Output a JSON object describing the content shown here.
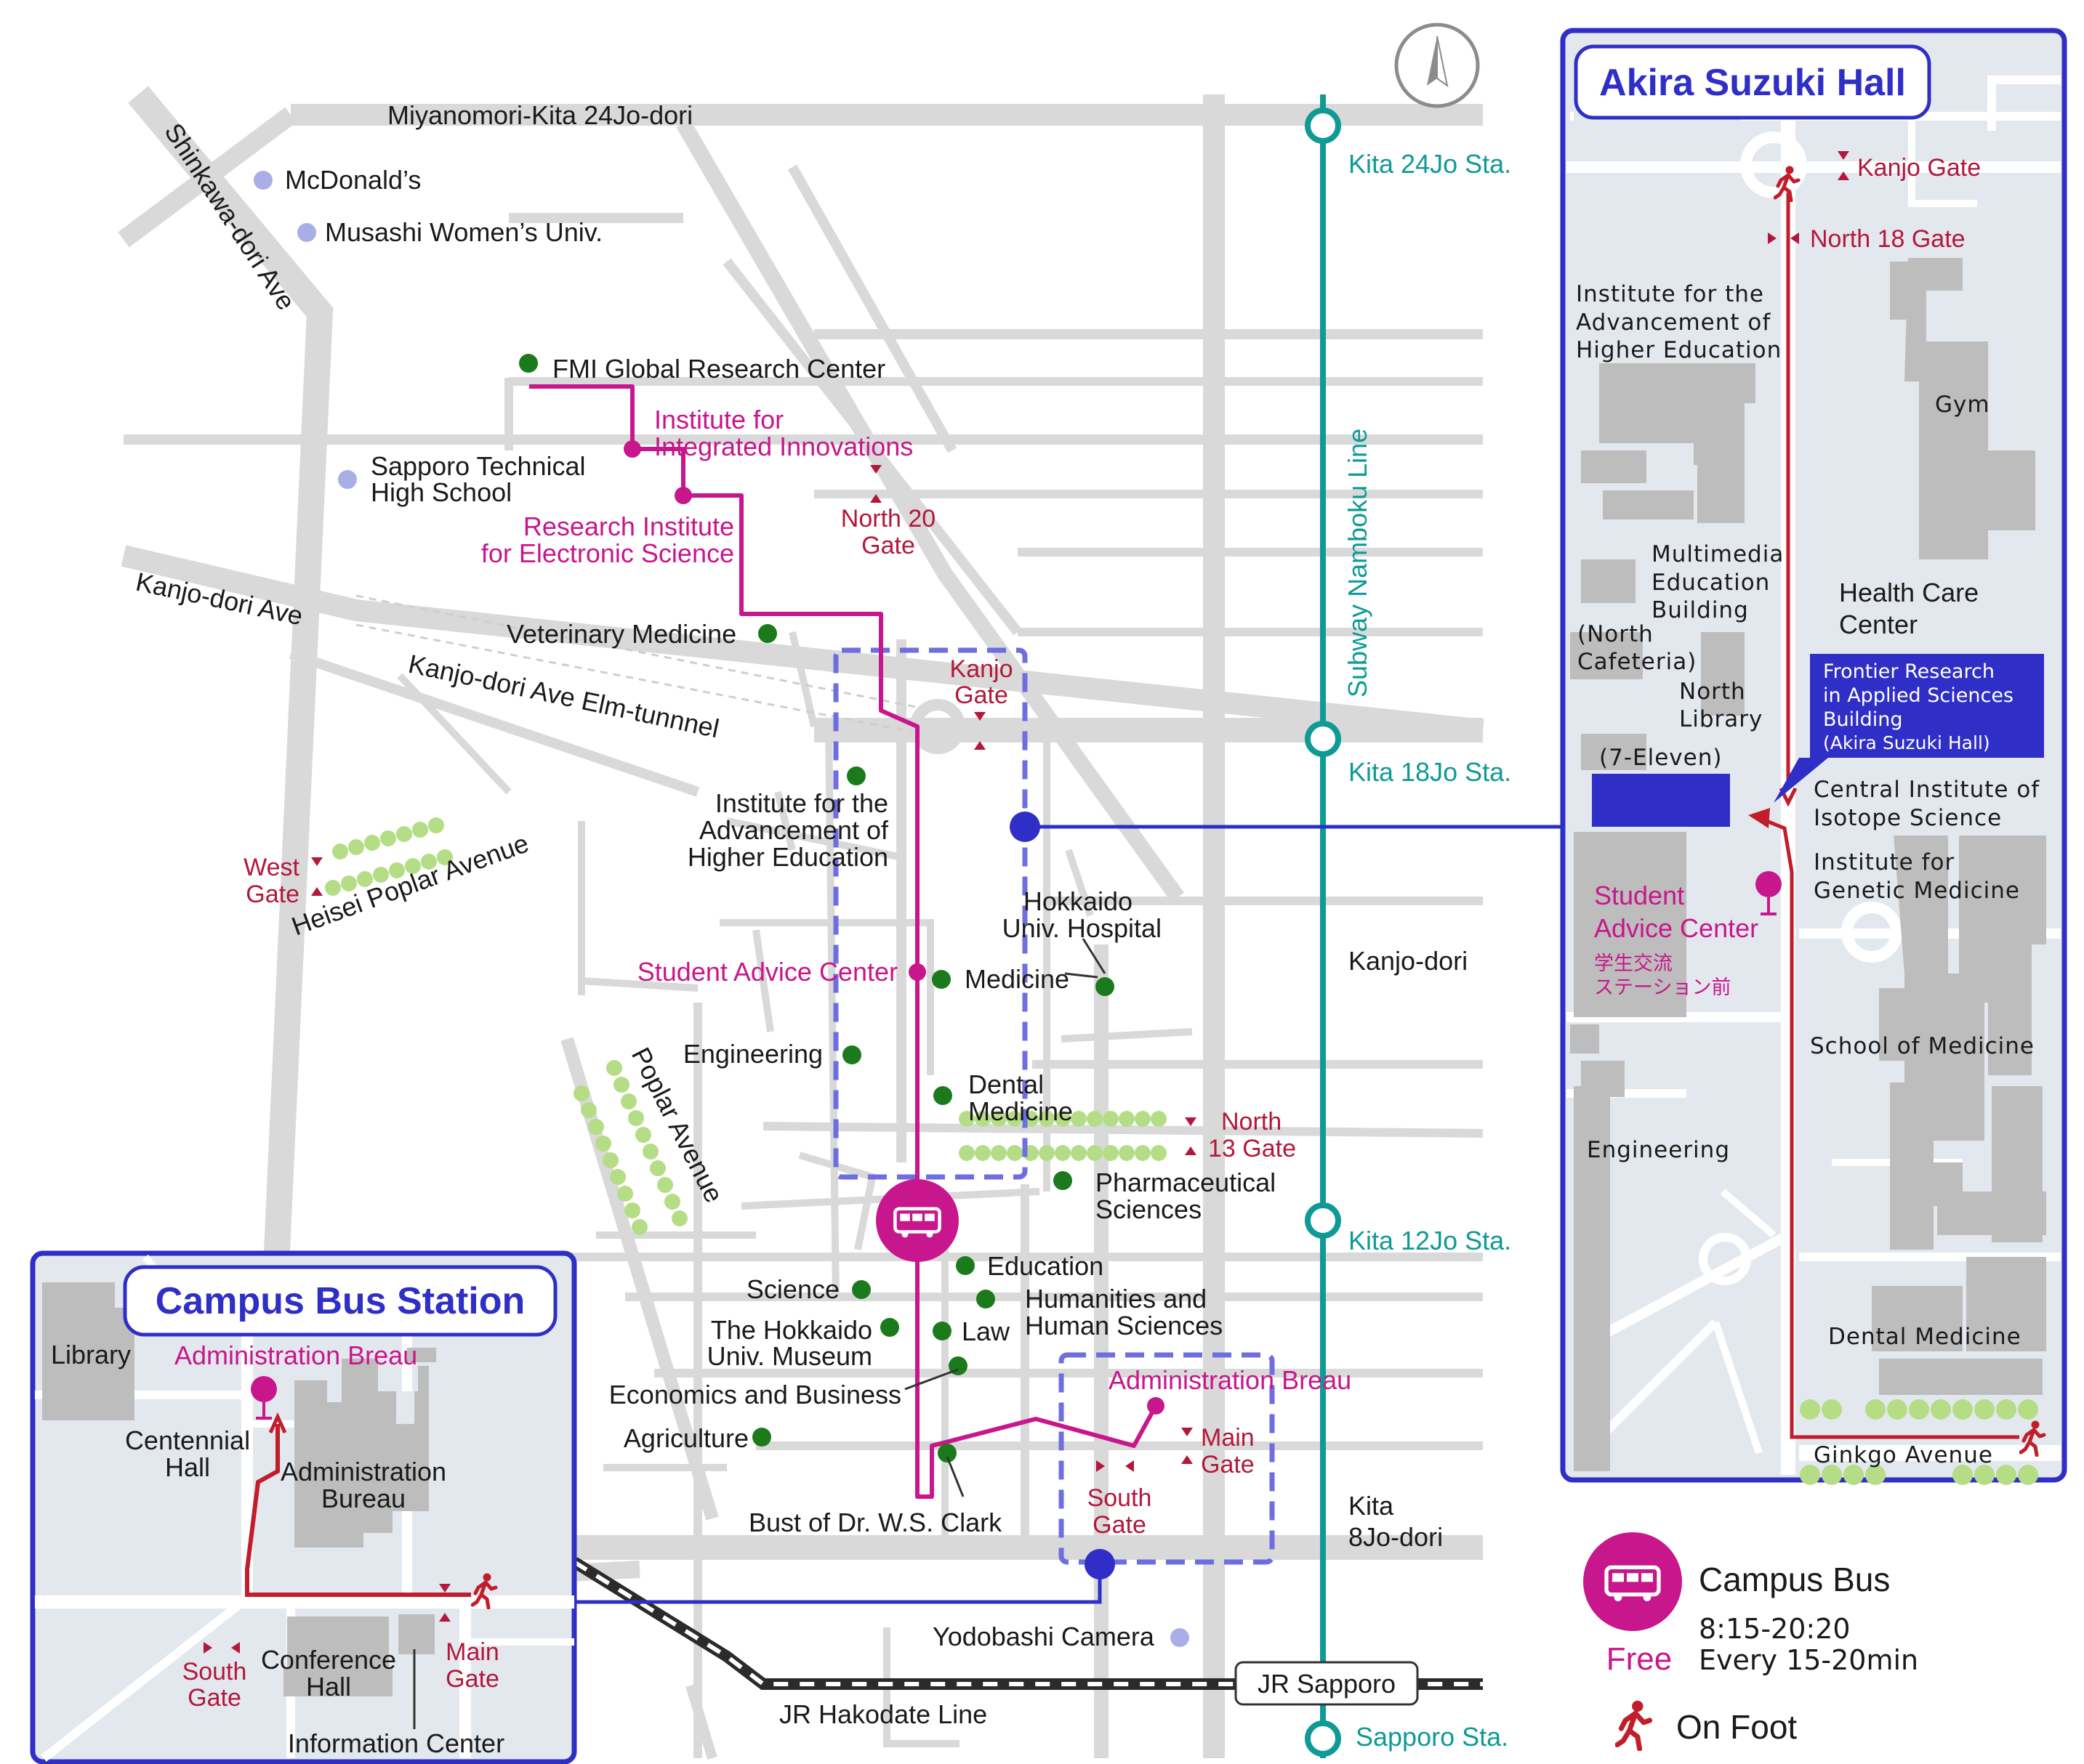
{
  "colors": {
    "road": "#d9d9d9",
    "building": "#bdbdbd",
    "inset_bg": "#e3e8ee",
    "route_magenta": "#c8168c",
    "walk_red": "#c11d2b",
    "connector_blue": "#2f2fc7",
    "subway_teal": "#0f9a96",
    "tree_green": "#b5dd85",
    "facility_green": "#1b7a1b",
    "poi_lavender": "#a9aee6"
  },
  "compass": {
    "icon": "north-arrow-icon"
  },
  "roads": {
    "miyanomori": "Miyanomori-Kita 24Jo-dori",
    "shinkawa": "Shinkawa-dori Ave",
    "kanjo_ave": "Kanjo-dori Ave",
    "kanjo_elm": "Kanjo-dori Ave Elm-tunnnel",
    "heisei": "Heisei Poplar Avenue",
    "poplar": "Poplar Avenue",
    "kanjo_dori": "Kanjo-dori",
    "kita8_line1": "Kita",
    "kita8_line2": "8Jo-dori"
  },
  "pois": {
    "mcdonalds": "McDonald’s",
    "musashi": "Musashi Women’s Univ.",
    "sapporo_tech_1": "Sapporo Technical",
    "sapporo_tech_2": "High School",
    "yodobashi": "Yodobashi Camera"
  },
  "facilities": {
    "fmi": "FMI Global Research Center",
    "vet": "Veterinary Medicine",
    "iahe_1": "Institute for the",
    "iahe_2": "Advancement of",
    "iahe_3": "Higher Education",
    "hospital_1": "Hokkaido",
    "hospital_2": "Univ. Hospital",
    "medicine": "Medicine",
    "engineering": "Engineering",
    "dental_1": "Dental",
    "dental_2": "Medicine",
    "pharma_1": "Pharmaceutical",
    "pharma_2": "Sciences",
    "education": "Education",
    "science": "Science",
    "humanities_1": "Humanities and",
    "humanities_2": "Human Sciences",
    "museum_1": "The Hokkaido",
    "museum_2": "Univ. Museum",
    "law": "Law",
    "economics": "Economics and Business",
    "agriculture": "Agriculture",
    "clark": "Bust of Dr. W.S. Clark"
  },
  "route_stops": {
    "iii_1": "Institute for",
    "iii_2": "Integrated Innovations",
    "ries_1": "Research Institute",
    "ries_2": "for Electronic Science",
    "student_advice": "Student Advice Center",
    "admin": "Administration Breau"
  },
  "gates": {
    "north20_1": "North 20",
    "north20_2": "Gate",
    "kanjo_1": "Kanjo",
    "kanjo_2": "Gate",
    "west_1": "West",
    "west_2": "Gate",
    "north13_1": "North",
    "north13_2": "13 Gate",
    "main_1": "Main",
    "main_2": "Gate",
    "south_1": "South",
    "south_2": "Gate"
  },
  "subway": {
    "line": "Subway Namboku Line",
    "kita24": "Kita 24Jo Sta.",
    "kita18": "Kita 18Jo Sta.",
    "kita12": "Kita 12Jo Sta.",
    "sapporo": "Sapporo Sta."
  },
  "rail": {
    "jr_line": "JR Hakodate Line",
    "jr_station": "JR Sapporo"
  },
  "inset_bus": {
    "title": "Campus Bus Station",
    "library": "Library",
    "admin_stop": "Administration Breau",
    "centennial_1": "Centennial",
    "centennial_2": "Hall",
    "admin_bldg_1": "Administration",
    "admin_bldg_2": "Bureau",
    "conference_1": "Conference",
    "conference_2": "Hall",
    "south_gate_1": "South",
    "south_gate_2": "Gate",
    "main_gate_1": "Main",
    "main_gate_2": "Gate",
    "info_center": "Information Center"
  },
  "inset_suzuki": {
    "title": "Akira Suzuki Hall",
    "kanjo_gate": "Kanjo Gate",
    "north18_gate": "North 18 Gate",
    "iahe_1": "Institute for the",
    "iahe_2": "Advancement of",
    "iahe_3": "Higher Education",
    "gym": "Gym",
    "multimedia_1": "Multimedia",
    "multimedia_2": "Education",
    "multimedia_3": "Building",
    "cafeteria_1": "(North",
    "cafeteria_2": "Cafeteria)",
    "north_lib_1": "North",
    "north_lib_2": "Library",
    "health_1": "Health Care",
    "health_2": "Center",
    "frontier_1": "Frontier Research",
    "frontier_2": "in Applied Sciences",
    "frontier_3": "Building",
    "frontier_4": "(Akira Suzuki Hall)",
    "seven_eleven": "(7-Eleven)",
    "isotope_1": "Central Institute of",
    "isotope_2": "Isotope Science",
    "genetic_1": "Institute for",
    "genetic_2": "Genetic Medicine",
    "student_adv_1": "Student",
    "student_adv_2": "Advice Center",
    "student_adv_jp_1": "学生交流",
    "student_adv_jp_2": "ステーション前",
    "school_med": "School of Medicine",
    "engineering": "Engineering",
    "dental": "Dental Medicine",
    "ginkgo": "Ginkgo Avenue"
  },
  "legend": {
    "bus_icon": "bus-icon",
    "bus_label": "Campus Bus",
    "free": "Free",
    "hours": "8:15-20:20",
    "frequency": "Every 15-20min",
    "walk_icon": "walking-person-icon",
    "foot_label": "On Foot"
  }
}
